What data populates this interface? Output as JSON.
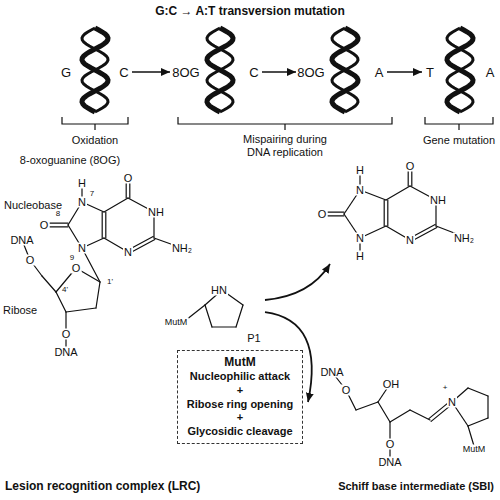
{
  "diagram": {
    "title": "G:C → A:T transversion mutation",
    "nodes": [
      {
        "text": [
          "G",
          "C"
        ]
      },
      {
        "text": [
          "8OG",
          "C"
        ]
      },
      {
        "text": [
          "8OG",
          "A"
        ]
      },
      {
        "text": [
          "T",
          "A"
        ]
      },
      {
        "text": [
          "Lesion recognition complex (LRC)",
          "DNA",
          "O",
          "4'",
          "O",
          "1'",
          "O",
          "DNA",
          "H",
          "N",
          "7",
          "O",
          "8",
          "N",
          "9",
          "O",
          "NH",
          "N",
          "NH₂",
          "HN",
          "MutM",
          "P1"
        ]
      },
      {
        "text": [
          "MutM",
          "Nucleophilic attack",
          "+",
          "Ribose ring opening",
          "+",
          "Glycosidic cleavage"
        ]
      },
      {
        "text": [
          "H",
          "N",
          "O",
          "N",
          "H",
          "O",
          "NH",
          "N",
          "NH₂"
        ]
      },
      {
        "text": [
          "DNA",
          "O",
          "OH",
          "O",
          "DNA",
          "N",
          "+",
          "MutM",
          "Schiff base intermediate (SBI)"
        ]
      }
    ],
    "edges": [
      {
        "from": 0,
        "to": 1,
        "arrow": "to"
      },
      {
        "from": 1,
        "to": 2,
        "arrow": "to"
      },
      {
        "from": 2,
        "to": 3,
        "arrow": "to"
      },
      {
        "from": 4,
        "to": 6,
        "arrow": "to"
      },
      {
        "from": 4,
        "to": 7,
        "arrow": "to"
      }
    ],
    "labels": [
      "Oxidation",
      "Mispairing during DNA replication",
      "Gene mutation",
      "8-oxoguanine (8OG)",
      "Nucleobase",
      "Ribose"
    ]
  }
}
